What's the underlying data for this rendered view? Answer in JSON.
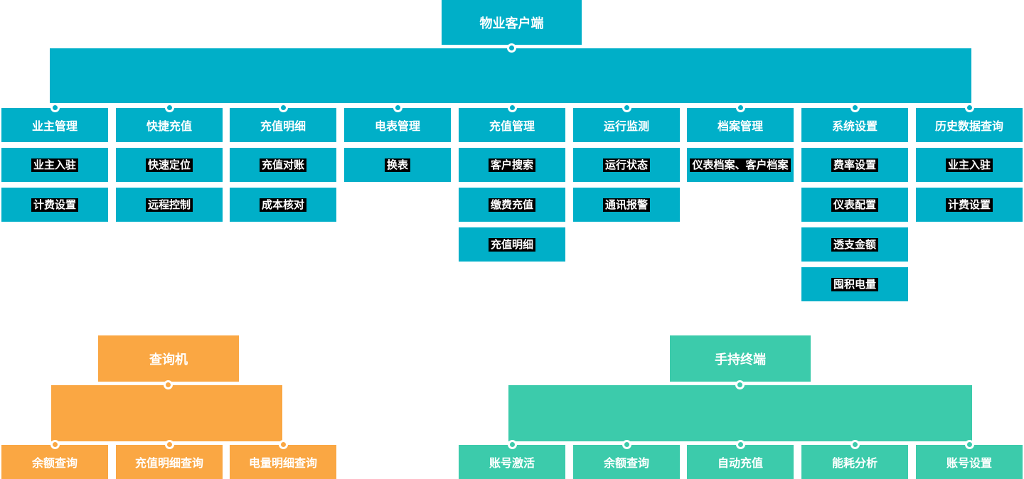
{
  "palette": {
    "teal": "#00AFC8",
    "orange": "#FAA743",
    "green": "#3CCBAB",
    "label_bg": "#000000",
    "text_color": "#FFFFFF",
    "page_bg": "#FFFFFF"
  },
  "property_client": {
    "title": "物业客户端",
    "columns": [
      {
        "label": "业主管理",
        "children": [
          "业主入驻",
          "计费设置"
        ]
      },
      {
        "label": "快捷充值",
        "children": [
          "快速定位",
          "远程控制"
        ]
      },
      {
        "label": "充值明细",
        "children": [
          "充值对账",
          "成本核对"
        ]
      },
      {
        "label": "电表管理",
        "children": [
          "换表"
        ]
      },
      {
        "label": "充值管理",
        "children": [
          "客户搜索",
          "缴费充值",
          "充值明细"
        ]
      },
      {
        "label": "运行监测",
        "children": [
          "运行状态",
          "通讯报警"
        ]
      },
      {
        "label": "档案管理",
        "children": [
          "仪表档案、客户档案"
        ]
      },
      {
        "label": "系统设置",
        "children": [
          "费率设置",
          "仪表配置",
          "透支金额",
          "囤积电量"
        ]
      },
      {
        "label": "历史数据查询",
        "children": [
          "业主入驻",
          "计费设置"
        ]
      }
    ]
  },
  "kiosk": {
    "title": "查询机",
    "items": [
      "余额查询",
      "充值明细查询",
      "电量明细查询"
    ]
  },
  "handheld": {
    "title": "手持终端",
    "items": [
      "账号激活",
      "余额查询",
      "自动充值",
      "能耗分析",
      "账号设置"
    ]
  }
}
